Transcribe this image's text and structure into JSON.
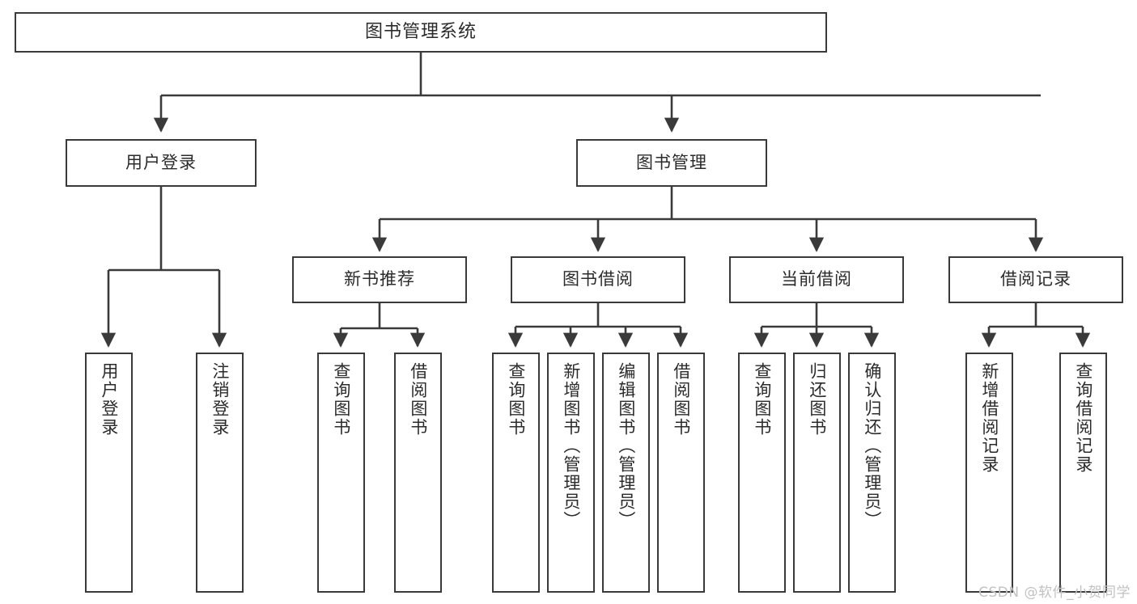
{
  "diagram": {
    "title": "图书管理系统",
    "type": "tree",
    "watermark": "CSDN @软件_小贺同学",
    "colors": {
      "stroke": "#3a3a3a",
      "text": "#2b2b2b",
      "background": "#ffffff",
      "watermark": "#c2c2c2"
    },
    "root": {
      "label": "图书管理系统"
    },
    "level2": [
      {
        "label": "用户登录"
      },
      {
        "label": "图书管理"
      }
    ],
    "level3": [
      {
        "label": "新书推荐"
      },
      {
        "label": "图书借阅"
      },
      {
        "label": "当前借阅"
      },
      {
        "label": "借阅记录"
      }
    ],
    "leaves": {
      "user_login": [
        {
          "label": "用户登录"
        },
        {
          "label": "注销登录"
        }
      ],
      "new_book": [
        {
          "label": "查询图书"
        },
        {
          "label": "借阅图书"
        }
      ],
      "book_borrow": [
        {
          "label": "查询图书"
        },
        {
          "label": "新增图书（管理员）"
        },
        {
          "label": "编辑图书（管理员）"
        },
        {
          "label": "借阅图书"
        }
      ],
      "current_borrow": [
        {
          "label": "查询图书"
        },
        {
          "label": "归还图书"
        },
        {
          "label": "确认归还（管理员）"
        }
      ],
      "borrow_record": [
        {
          "label": "新增借阅记录"
        },
        {
          "label": "查询借阅记录"
        }
      ]
    }
  }
}
